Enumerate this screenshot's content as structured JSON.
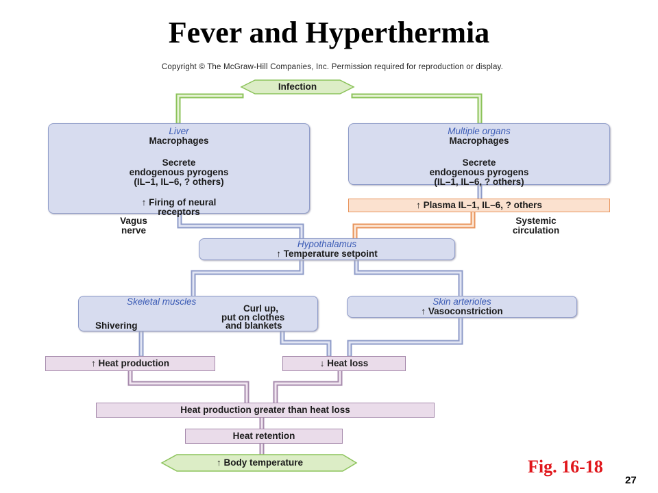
{
  "title": "Fever and Hyperthermia",
  "copyright": "Copyright © The McGraw-Hill Companies, Inc. Permission required for reproduction or display.",
  "figure_label": "Fig. 16-18",
  "page_number": "27",
  "nodes": {
    "infection": "Infection",
    "liver": {
      "title": "Liver",
      "line1": "Macrophages",
      "line2": "Secrete",
      "line3": "endogenous pyrogens",
      "line4": "(IL–1, IL–6, ? others)",
      "line5": "↑ Firing of neural",
      "line6": "receptors"
    },
    "multiple_organs": {
      "title": "Multiple organs",
      "line1": "Macrophages",
      "line2": "Secrete",
      "line3": "endogenous pyrogens",
      "line4": "(IL–1, IL–6, ? others)"
    },
    "plasma": "↑ Plasma IL–1, IL–6, ? others",
    "vagus_line1": "Vagus",
    "vagus_line2": "nerve",
    "systemic_line1": "Systemic",
    "systemic_line2": "circulation",
    "hypothalamus": {
      "title": "Hypothalamus",
      "line1": "↑ Temperature setpoint"
    },
    "skeletal": {
      "title": "Skeletal muscles",
      "line1": "Curl up,",
      "line2": "put on clothes",
      "line3a": "Shivering",
      "line3b": "and blankets"
    },
    "skin": {
      "title": "Skin arterioles",
      "line1": "↑ Vasoconstriction"
    },
    "heat_production": "↑ Heat production",
    "heat_loss": "↓ Heat loss",
    "greater": "Heat production greater than heat loss",
    "retention": "Heat retention",
    "body_temp": "↑ Body temperature"
  }
}
